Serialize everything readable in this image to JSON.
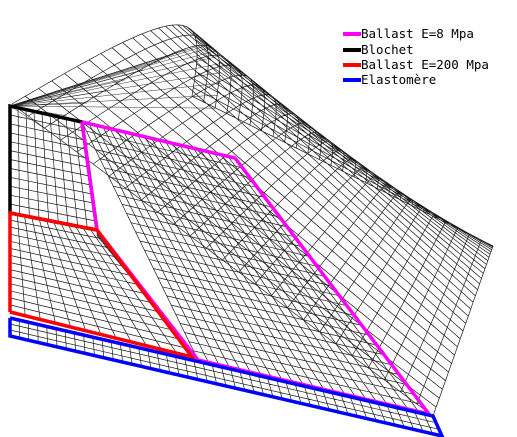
{
  "legend": {
    "items": [
      {
        "key": "ballast_soft",
        "label": "Ballast E=8 Mpa",
        "color": "#ff00ff"
      },
      {
        "key": "blochet",
        "label": "Blochet",
        "color": "#000000"
      },
      {
        "key": "ballast_stiff",
        "label": "Ballast E=200 Mpa",
        "color": "#ff0000"
      },
      {
        "key": "elastomere",
        "label": "Elastomère",
        "color": "#0000ff"
      }
    ]
  }
}
